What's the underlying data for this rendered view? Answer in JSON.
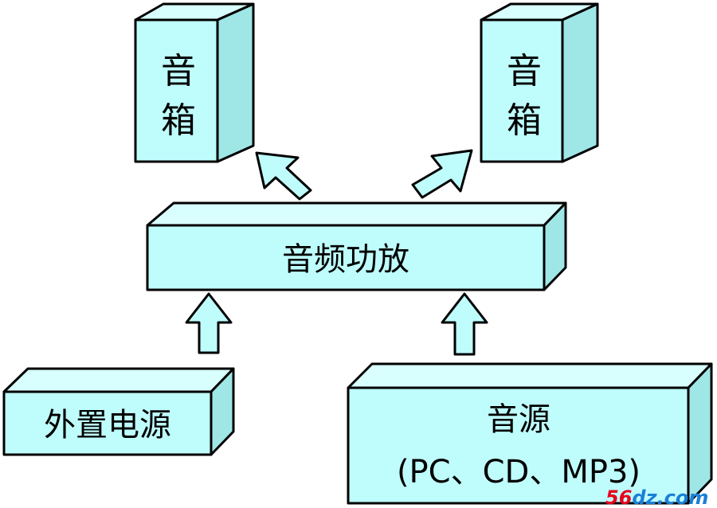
{
  "diagram": {
    "speaker_left": {
      "line1": "音",
      "line2": "箱"
    },
    "speaker_right": {
      "line1": "音",
      "line2": "箱"
    },
    "amplifier": {
      "label": "音频功放"
    },
    "power_supply": {
      "label": "外置电源"
    },
    "audio_source": {
      "line1": "音源",
      "line2": "(PC、CD、MP3)"
    }
  },
  "watermark": {
    "text_a": "56",
    "text_b": "dz.com",
    "color_a": "#e8001c",
    "color_b": "#1a7fd6"
  },
  "colors": {
    "box_fill": "#bffdfd",
    "stroke": "#000000"
  }
}
